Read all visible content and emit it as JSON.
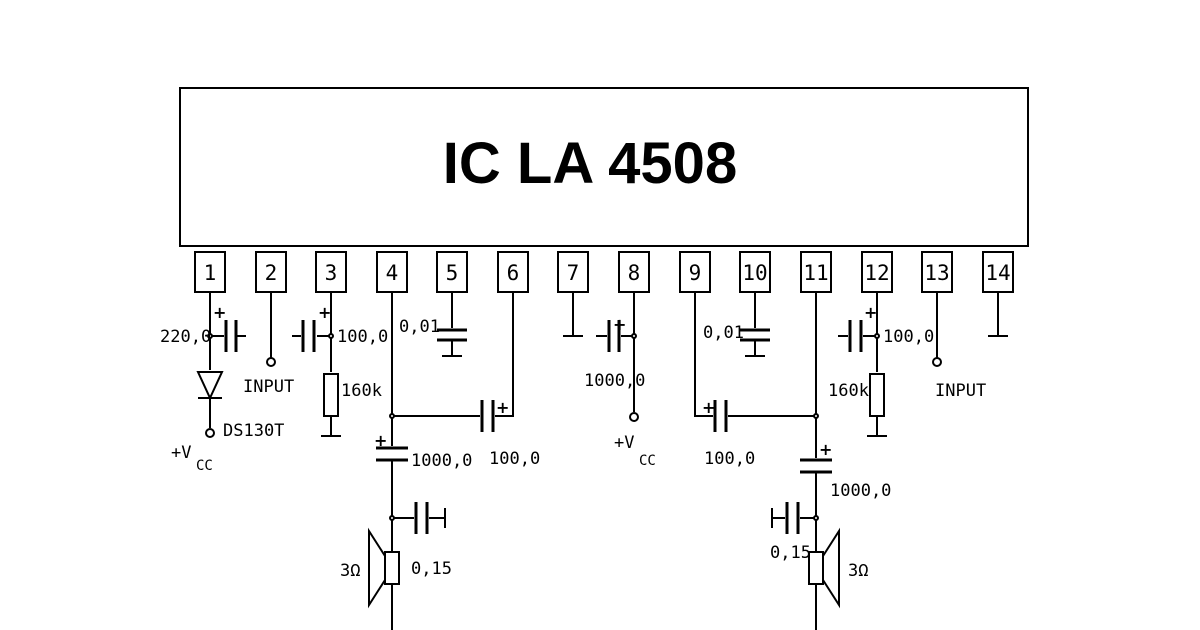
{
  "title": "IC LA 4508",
  "pins": [
    "1",
    "2",
    "3",
    "4",
    "5",
    "6",
    "7",
    "8",
    "9",
    "10",
    "11",
    "12",
    "13",
    "14"
  ],
  "labels": {
    "c_pin1": "220,0",
    "input_left": "INPUT",
    "diode": "DS130T",
    "vcc_left_v": "+V",
    "vcc_left_sub": "CC",
    "c_pin3": "100,0",
    "r_pin3": "160k",
    "c_pin5": "0,01",
    "c_bridge_left": "100,0",
    "c_out_left": "1000,0",
    "c_snub_left": "0,15",
    "spk_left": "3Ω",
    "c_pin8": "1000,0",
    "vcc_mid_v": "+V",
    "vcc_mid_sub": "CC",
    "c_pin10": "0,01",
    "c_bridge_right": "100,0",
    "c_out_right": "1000,0",
    "c_snub_right": "0,15",
    "spk_right": "3Ω",
    "r_pin12": "160k",
    "c_pin12": "100,0",
    "input_right": "INPUT"
  },
  "plus_sign": "+"
}
